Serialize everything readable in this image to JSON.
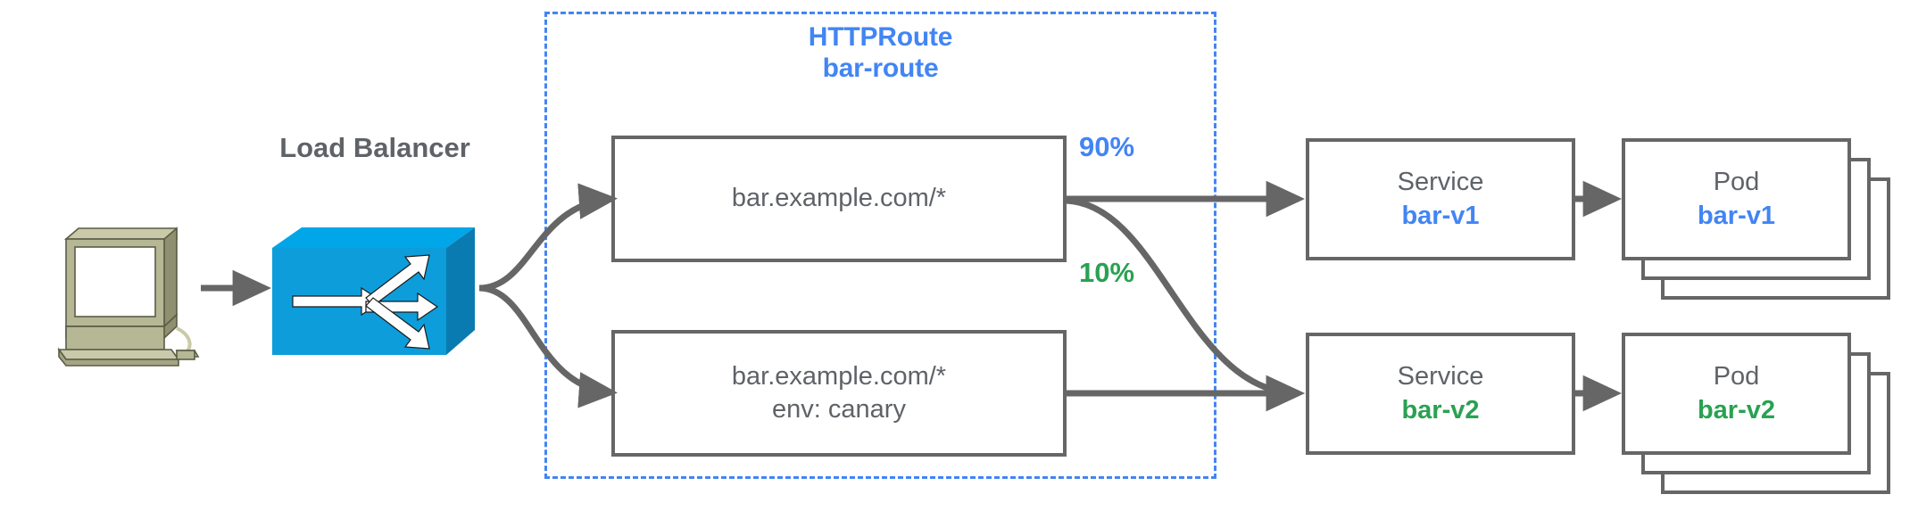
{
  "diagram": {
    "title_group": {
      "kind": "HTTPRoute",
      "name": "bar-route",
      "label": "HTTPRoute\nbar-route",
      "color": "#4285f4"
    },
    "client": {
      "icon": "computer-workstation-icon"
    },
    "load_balancer": {
      "label": "Load Balancer",
      "icon": "load-balancer-3d-box-icon",
      "color": "#0d9ddb"
    },
    "rules": [
      {
        "line1": "bar.example.com/*",
        "line2": ""
      },
      {
        "line1": "bar.example.com/*",
        "line2": "env: canary"
      }
    ],
    "weights": [
      {
        "label": "90%",
        "color": "#4285f4"
      },
      {
        "label": "10%",
        "color": "#2aa152"
      }
    ],
    "backends": [
      {
        "service": {
          "kind": "Service",
          "name": "bar-v1",
          "color": "#4285f4"
        },
        "pod": {
          "kind": "Pod",
          "name": "bar-v1",
          "color": "#4285f4",
          "replicas": 3
        }
      },
      {
        "service": {
          "kind": "Service",
          "name": "bar-v2",
          "color": "#2aa152"
        },
        "pod": {
          "kind": "Pod",
          "name": "bar-v2",
          "color": "#2aa152",
          "replicas": 3
        }
      }
    ],
    "colors": {
      "stroke": "#666666",
      "text": "#5f6368",
      "accent_blue": "#4285f4",
      "accent_green": "#2aa152",
      "dashed_border": "#4285f4"
    }
  }
}
